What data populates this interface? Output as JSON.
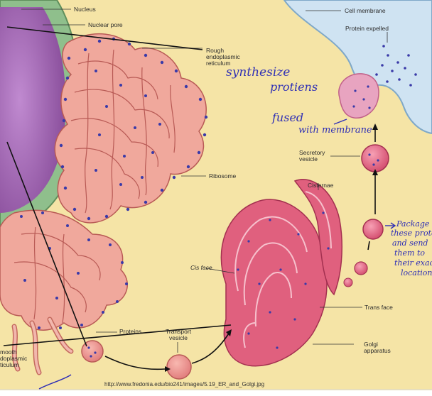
{
  "labels": {
    "nucleus": "Nucleus",
    "nuclear_pore": "Nuclear pore",
    "rough_er_1": "Rough",
    "rough_er_2": "endoplasmic",
    "rough_er_3": "reticulum",
    "ribosome": "Ribosome",
    "cell_membrane": "Cell membrane",
    "protein_expelled": "Protein expelled",
    "secretory_vesicle_1": "Secretory",
    "secretory_vesicle_2": "vesicle",
    "cisternae": "Cisternae",
    "cis_face": "Cis face",
    "trans_face": "Trans face",
    "proteins": "Proteins",
    "transport_vesicle_1": "Transport",
    "transport_vesicle_2": "vesicle",
    "golgi_1": "Golgi",
    "golgi_2": "apparatus",
    "smooth_er_1": "mooth",
    "smooth_er_2": "doplasmic",
    "smooth_er_3": "ticulum"
  },
  "source_url": "http://www.fredonia.edu/bio241/images/5.19_ER_and_Golgi.jpg",
  "handwriting": {
    "synthesize_1": "synthesize",
    "synthesize_2": "protiens",
    "fused_1": "fused",
    "fused_2": "with membrane",
    "package_1": "Package",
    "package_2": "these protei",
    "package_3": "and send",
    "package_4": "them to",
    "package_5": "their exac",
    "package_6": "location"
  },
  "colors": {
    "cytoplasm": "#f5e4a6",
    "extracellular": "#cfe3f2",
    "nucleus": "#a86ab5",
    "nuclear_envelope": "#8fbf8c",
    "er_fill": "#f0a89c",
    "er_outline": "#b85a55",
    "golgi_fill": "#e0607e",
    "ribosome": "#3a3aa8",
    "handwriting": "#2f2fb5"
  }
}
